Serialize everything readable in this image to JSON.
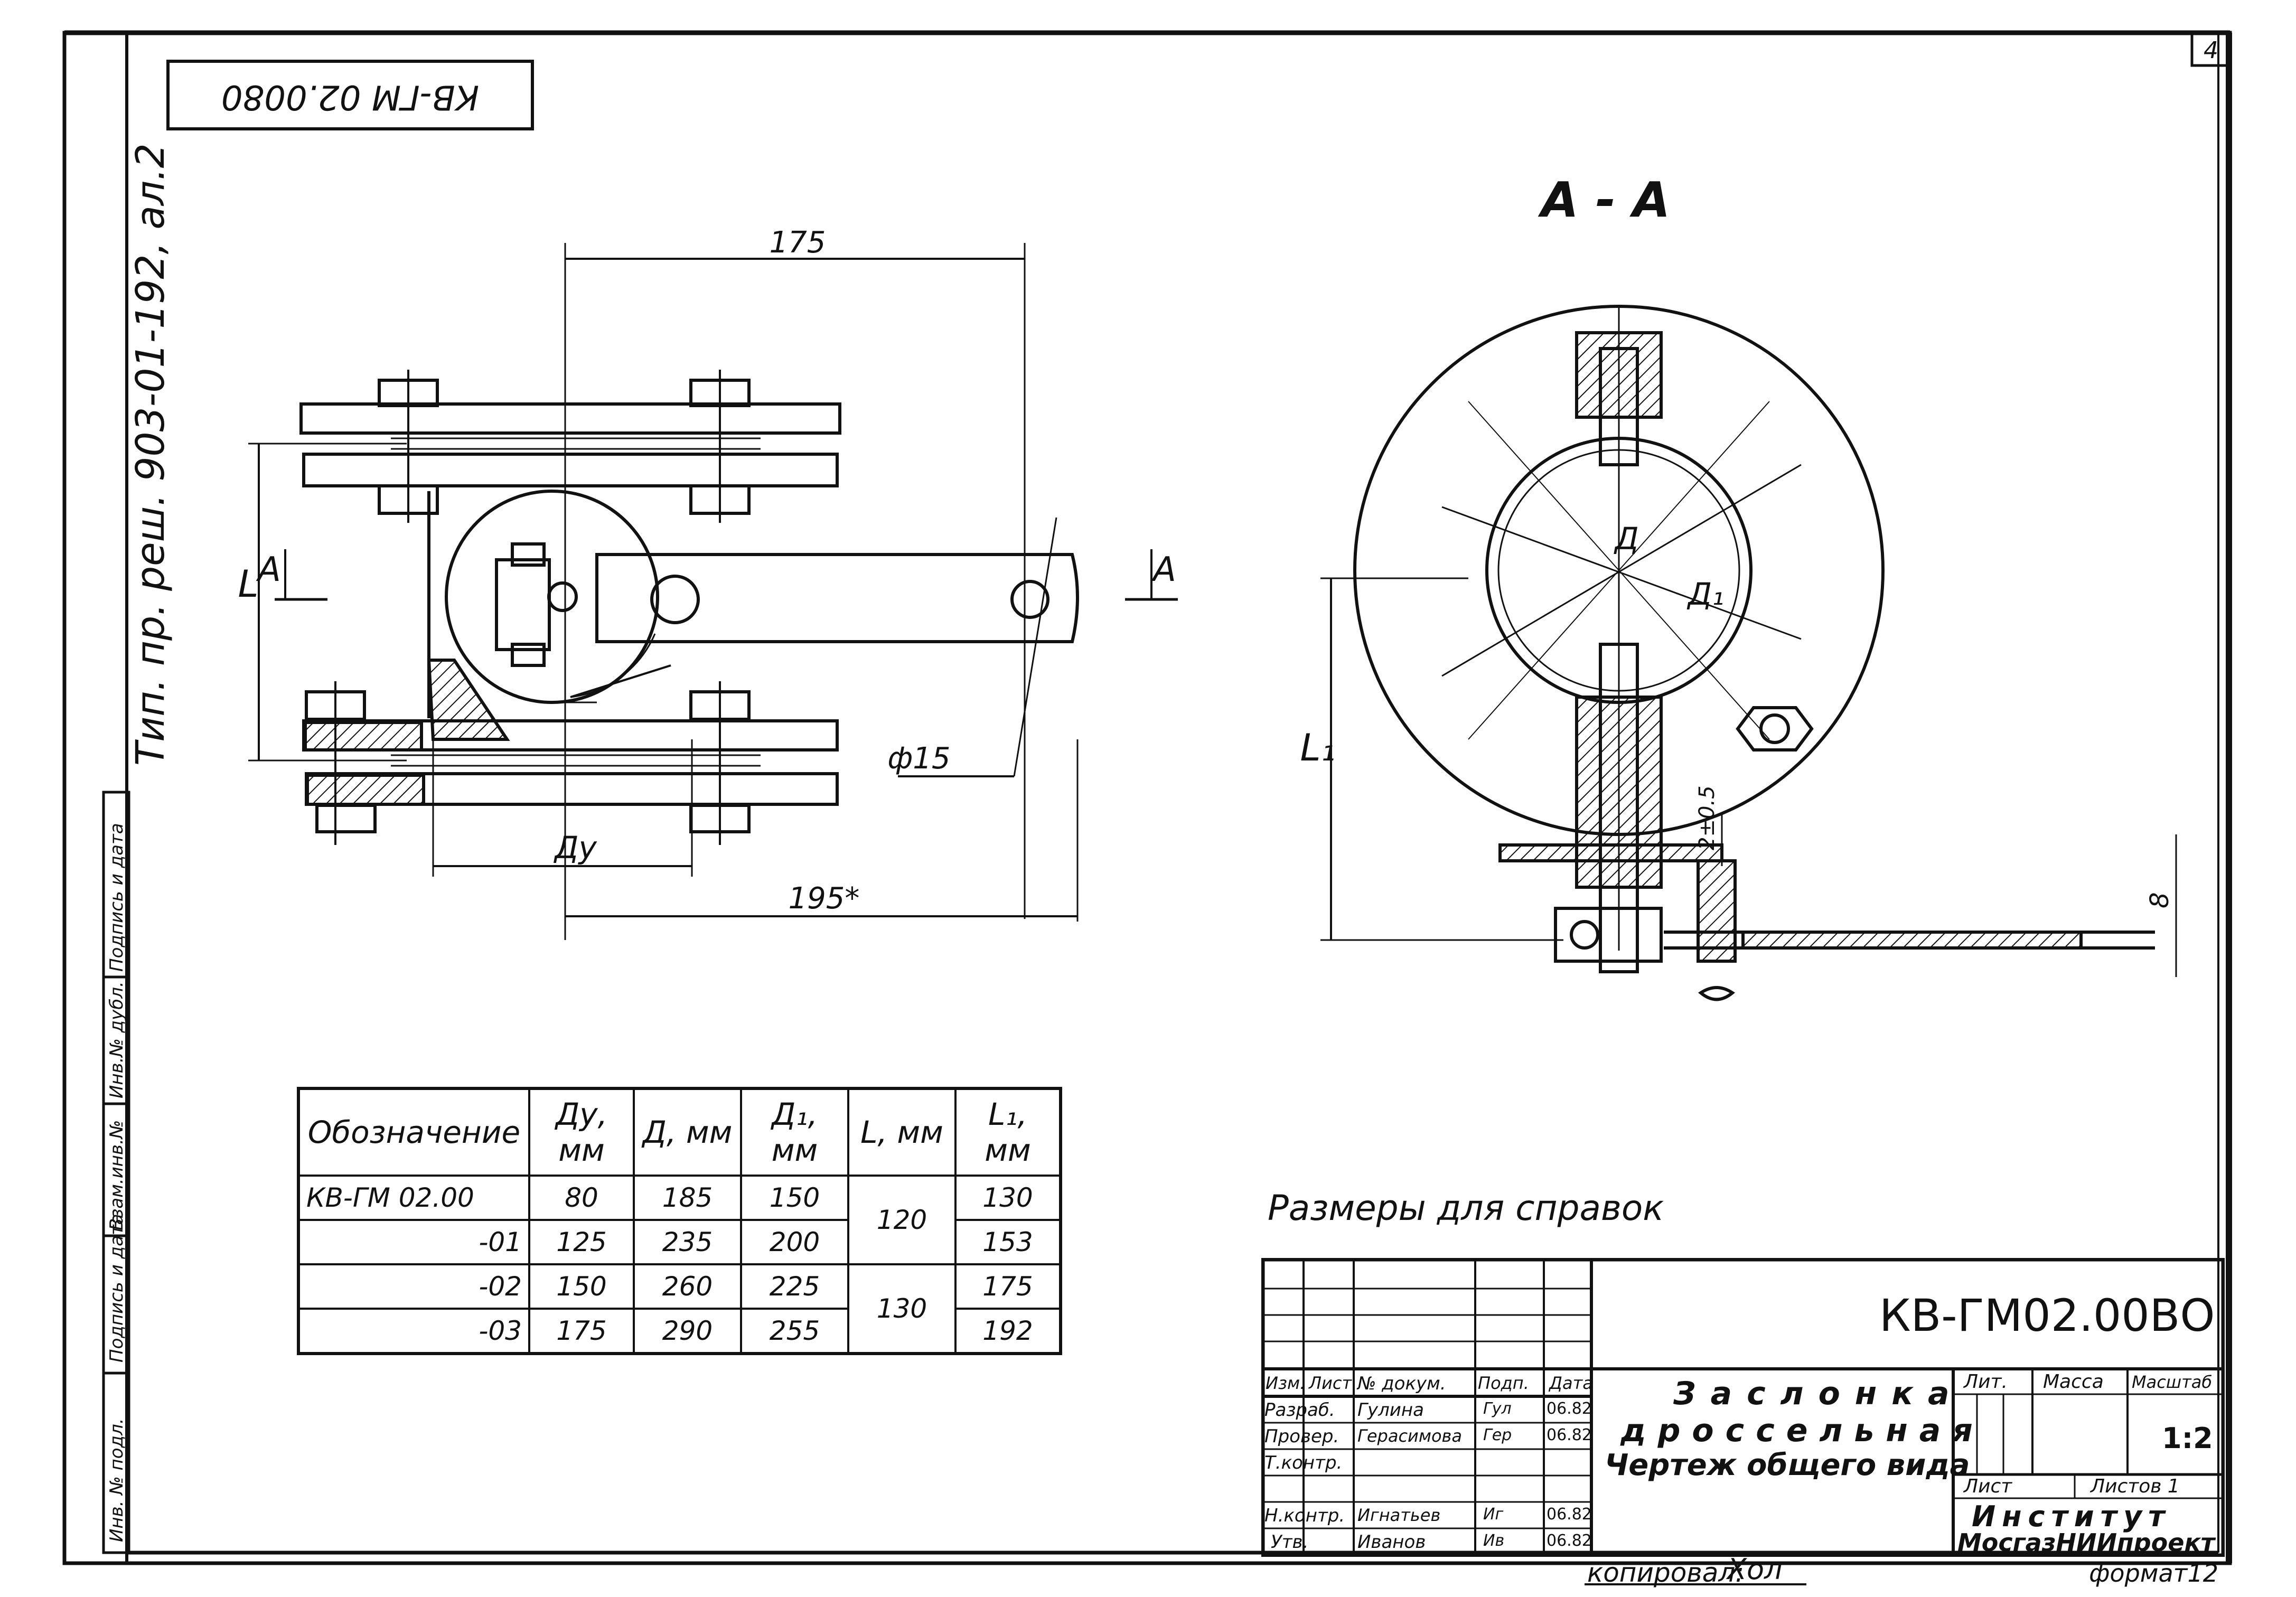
{
  "sheet": {
    "sheet_number": "4",
    "doc_code_rotated": "КВ-ГМ 02.0080",
    "side_note": "Тип. пр. реш. 903-01-192, ал.2",
    "copied_by": "копировал:",
    "copier_signature": "Хол",
    "format_label": "формат12"
  },
  "side_stamp": {
    "cells": [
      "Инв. № подл.",
      "Подпись и дата",
      "Взам.инв.№",
      "Инв.№ дубл.",
      "Подпись и дата"
    ]
  },
  "drawing": {
    "section_label": "А - А",
    "dim_175": "175",
    "dim_195": "195*",
    "dim_phi15": "ф15",
    "label_L": "L",
    "label_L1": "L₁",
    "label_Dy": "Ду",
    "label_A_left": "А",
    "label_A_right": "А",
    "label_D": "Д",
    "label_D1": "Д₁",
    "dim_2pm05": "2±0.5",
    "dim_8": "8",
    "note_reference": "Размеры для справок"
  },
  "spec_table": {
    "headers": [
      "Обозначение",
      "Ду, мм",
      "Д, мм",
      "Д₁, мм",
      "L, мм",
      "L₁, мм"
    ],
    "rows": [
      {
        "designation": "КВ-ГМ 02.00",
        "du": "80",
        "d": "185",
        "d1": "150",
        "L": "120",
        "L1": "130"
      },
      {
        "designation": "-01",
        "du": "125",
        "d": "235",
        "d1": "200",
        "L": "",
        "L1": "153"
      },
      {
        "designation": "-02",
        "du": "150",
        "d": "260",
        "d1": "225",
        "L": "130",
        "L1": "175"
      },
      {
        "designation": "-03",
        "du": "175",
        "d": "290",
        "d1": "255",
        "L": "",
        "L1": "192"
      }
    ]
  },
  "title_block": {
    "doc_code": "КВ-ГМ02.00ВО",
    "title_line1": "Заслонка",
    "title_line2": "дроссельная",
    "title_line3": "Чертеж общего вида",
    "col_headers": [
      "Изм.",
      "Лист",
      "№ докум.",
      "Подп.",
      "Дата"
    ],
    "roles": [
      {
        "role": "Разраб.",
        "name": "Гулина",
        "sign": "Гул",
        "date": "06.82"
      },
      {
        "role": "Провер.",
        "name": "Герасимова",
        "sign": "Гер",
        "date": "06.82"
      },
      {
        "role": "Т.контр.",
        "name": "",
        "sign": "",
        "date": ""
      },
      {
        "role": "Н.контр.",
        "name": "Игнатьев",
        "sign": "Иг",
        "date": "06.82"
      },
      {
        "role": "Утв.",
        "name": "Иванов",
        "sign": "Ив",
        "date": "06.82"
      }
    ],
    "lit_label": "Лит.",
    "mass_label": "Масса",
    "scale_label": "Масштаб",
    "scale_value": "1:2",
    "sheet_label": "Лист",
    "sheets_label": "Листов 1",
    "org_line1": "Институт",
    "org_line2": "МосгазНИИпроект"
  }
}
